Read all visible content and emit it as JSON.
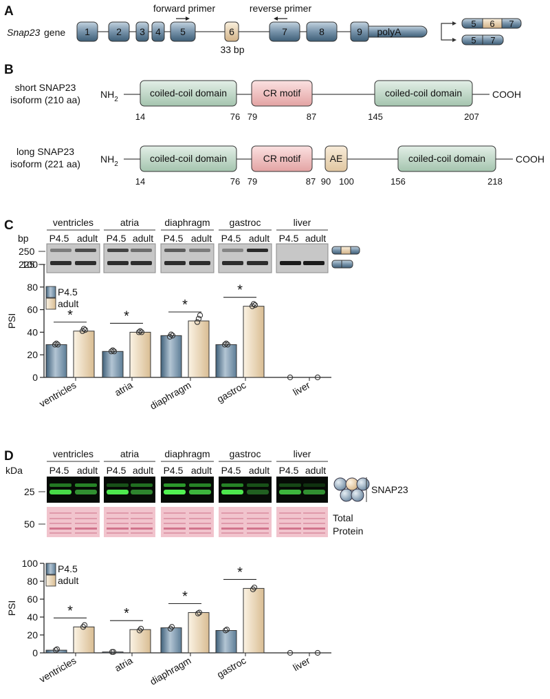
{
  "panels": {
    "a": {
      "letter": "A",
      "gene_name": "Snap23",
      "gene_suffix": "gene",
      "exons": [
        "1",
        "2",
        "3",
        "4",
        "5",
        "6",
        "7",
        "8",
        "9"
      ],
      "polyA": "polyA",
      "exon6_size": "33 bp",
      "forward_primer": "forward primer",
      "reverse_primer": "reverse primer",
      "long_product_exons": [
        "5",
        "6",
        "7"
      ],
      "short_product_exons": [
        "5",
        "7"
      ]
    },
    "b": {
      "letter": "B",
      "short_isoform": {
        "label_line1": "short SNAP23",
        "label_line2": "isoform (210 aa)",
        "n_term": "NH",
        "n_sub": "2",
        "c_term": "COOH",
        "domains": [
          "coiled-coil domain",
          "CR motif",
          "coiled-coil domain"
        ],
        "positions": [
          "14",
          "76",
          "79",
          "87",
          "145",
          "207"
        ]
      },
      "long_isoform": {
        "label_line1": "long SNAP23",
        "label_line2": "isoform (221 aa)",
        "n_term": "NH",
        "n_sub": "2",
        "c_term": "COOH",
        "domains": [
          "coiled-coil domain",
          "CR motif",
          "AE",
          "coiled-coil domain"
        ],
        "positions": [
          "14",
          "76",
          "79",
          "87",
          "90",
          "100",
          "156",
          "218"
        ]
      }
    },
    "c": {
      "letter": "C",
      "tissues": [
        "ventricles",
        "atria",
        "diaphragm",
        "gastroc",
        "liver"
      ],
      "lane_labels": [
        "P4.5",
        "adult"
      ],
      "size_unit": "bp",
      "markers": [
        "250",
        "225"
      ],
      "chart_data": {
        "type": "bar",
        "categories": [
          "ventricles",
          "atria",
          "diaphragm",
          "gastroc",
          "liver"
        ],
        "series": [
          {
            "name": "P4.5",
            "values": [
              29,
              23,
              37,
              29,
              0
            ]
          },
          {
            "name": "adult",
            "values": [
              41,
              40,
              50,
              63,
              0
            ]
          }
        ],
        "points": [
          [
            [
              29,
              30,
              29
            ],
            [
              41,
              43,
              42
            ]
          ],
          [
            [
              23,
              24,
              23
            ],
            [
              40,
              41,
              40
            ]
          ],
          [
            [
              36,
              38,
              37
            ],
            [
              49,
              52,
              55
            ]
          ],
          [
            [
              29,
              30,
              29
            ],
            [
              63,
              65,
              64
            ]
          ],
          [
            [
              0
            ],
            [
              0
            ]
          ]
        ],
        "significance": [
          "*",
          "*",
          "*",
          "*",
          ""
        ],
        "ylabel": "PSI",
        "ylim": [
          0,
          100
        ],
        "yticks": [
          0,
          20,
          40,
          60,
          80,
          100
        ],
        "legend": "top-left",
        "colors": [
          "#6f8da5",
          "#e6cfa9"
        ]
      }
    },
    "d": {
      "letter": "D",
      "tissues": [
        "ventricles",
        "atria",
        "diaphragm",
        "gastroc",
        "liver"
      ],
      "lane_labels": [
        "P4.5",
        "adult"
      ],
      "size_unit": "kDa",
      "marker_top": "25",
      "marker_bottom": "50",
      "snap_label": "SNAP23",
      "total_label_1": "Total",
      "total_label_2": "Protein",
      "chart_data": {
        "type": "bar",
        "categories": [
          "ventricles",
          "atria",
          "diaphragm",
          "gastroc",
          "liver"
        ],
        "series": [
          {
            "name": "P4.5",
            "values": [
              3,
              1,
              28,
              25,
              0
            ]
          },
          {
            "name": "adult",
            "values": [
              29,
              26,
              45,
              72,
              0
            ]
          }
        ],
        "points": [
          [
            [
              3,
              4
            ],
            [
              29,
              31
            ]
          ],
          [
            [
              1,
              1
            ],
            [
              25,
              27
            ]
          ],
          [
            [
              27,
              29
            ],
            [
              44,
              45
            ]
          ],
          [
            [
              25,
              26
            ],
            [
              71,
              73
            ]
          ],
          [
            [
              0
            ],
            [
              0
            ]
          ]
        ],
        "significance": [
          "*",
          "*",
          "*",
          "*",
          ""
        ],
        "ylabel": "PSI",
        "ylim": [
          0,
          100
        ],
        "yticks": [
          0,
          20,
          40,
          60,
          80,
          100
        ],
        "legend": "top-left",
        "colors": [
          "#6f8da5",
          "#e6cfa9"
        ]
      }
    }
  }
}
